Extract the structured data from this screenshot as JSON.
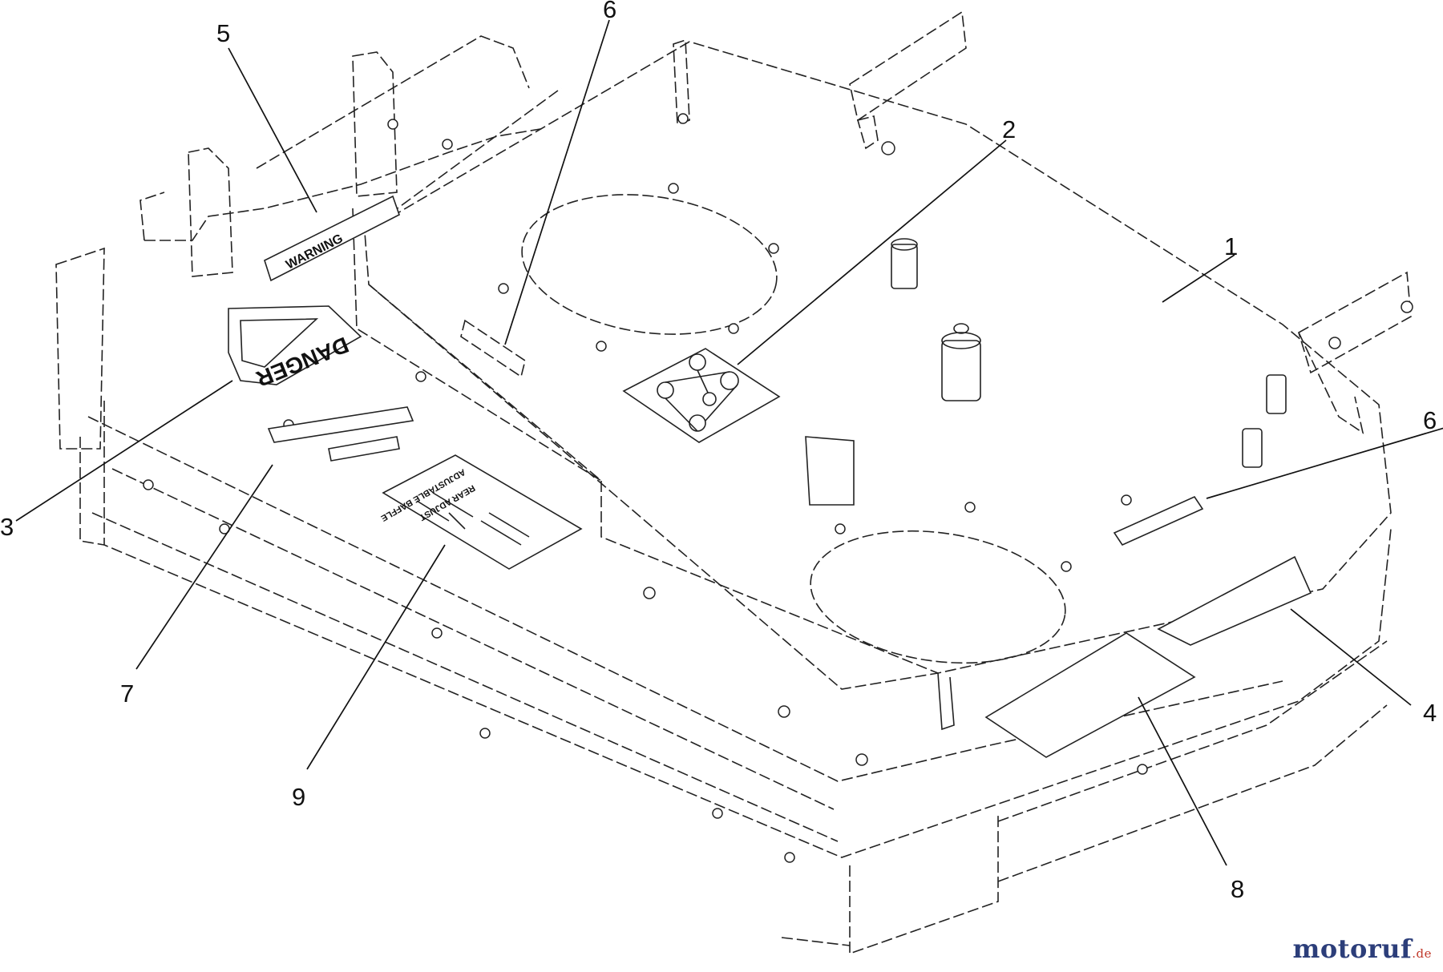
{
  "callouts": [
    {
      "label": "1"
    },
    {
      "label": "2"
    },
    {
      "label": "3"
    },
    {
      "label": "4"
    },
    {
      "label": "5"
    },
    {
      "label": "6"
    },
    {
      "label": "6"
    },
    {
      "label": "7"
    },
    {
      "label": "8"
    },
    {
      "label": "9"
    }
  ],
  "decals": {
    "danger": "DANGER",
    "warning": "WARNING",
    "adjustable_title_1": "ADJUSTABLE BAFFLE",
    "adjustable_title_2": "REAR ADJUST"
  },
  "watermark": {
    "main": "motoruf",
    "tld": ".de"
  }
}
